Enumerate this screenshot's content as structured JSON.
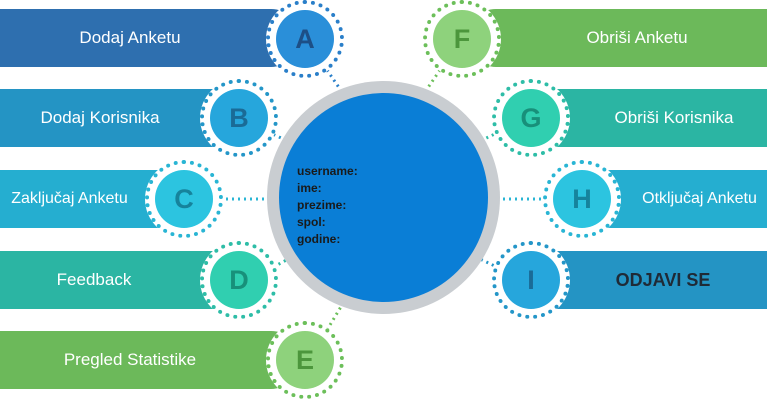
{
  "menu": {
    "left": [
      {
        "label": "Dodaj Anketu",
        "letter": "A",
        "color": "#2e6faf",
        "disc": "#2a8fd9",
        "ring": "#2a7fc9",
        "letter_color": "#1d4f86"
      },
      {
        "label": "Dodaj Korisnika",
        "letter": "B",
        "color": "#2494c4",
        "disc": "#26a6dc",
        "ring": "#2496c8",
        "letter_color": "#1a6b97"
      },
      {
        "label": "Zaključaj Anketu",
        "letter": "C",
        "color": "#25aed0",
        "disc": "#2cc4e0",
        "ring": "#29b5d4",
        "letter_color": "#16839c"
      },
      {
        "label": "Feedback",
        "letter": "D",
        "color": "#2bb5a3",
        "disc": "#30cfb0",
        "ring": "#2ebda7",
        "letter_color": "#18907a"
      },
      {
        "label": "Pregled Statistike",
        "letter": "E",
        "color": "#6cb95a",
        "disc": "#8ed27c",
        "ring": "#6cbf5a",
        "letter_color": "#4c963c"
      }
    ],
    "right": [
      {
        "label": "Obriši Anketu",
        "letter": "F",
        "color": "#6cb95a",
        "disc": "#8ed27c",
        "ring": "#6cbf5a",
        "letter_color": "#4c963c"
      },
      {
        "label": "Obriši Korisnika",
        "letter": "G",
        "color": "#2bb5a3",
        "disc": "#30cfb0",
        "ring": "#2ebda7",
        "letter_color": "#18907a"
      },
      {
        "label": "Otključaj Anketu",
        "letter": "H",
        "color": "#25aed0",
        "disc": "#2cc4e0",
        "ring": "#29b5d4",
        "letter_color": "#16839c"
      },
      {
        "label": "ODJAVI SE",
        "letter": "I",
        "color": "#2494c4",
        "disc": "#26a6dc",
        "ring": "#2496c8",
        "letter_color": "#1a6b97"
      }
    ]
  },
  "profile": {
    "username_label": "username:",
    "ime_label": "ime:",
    "prezime_label": "prezime:",
    "spol_label": "spol:",
    "godine_label": "godine:"
  }
}
